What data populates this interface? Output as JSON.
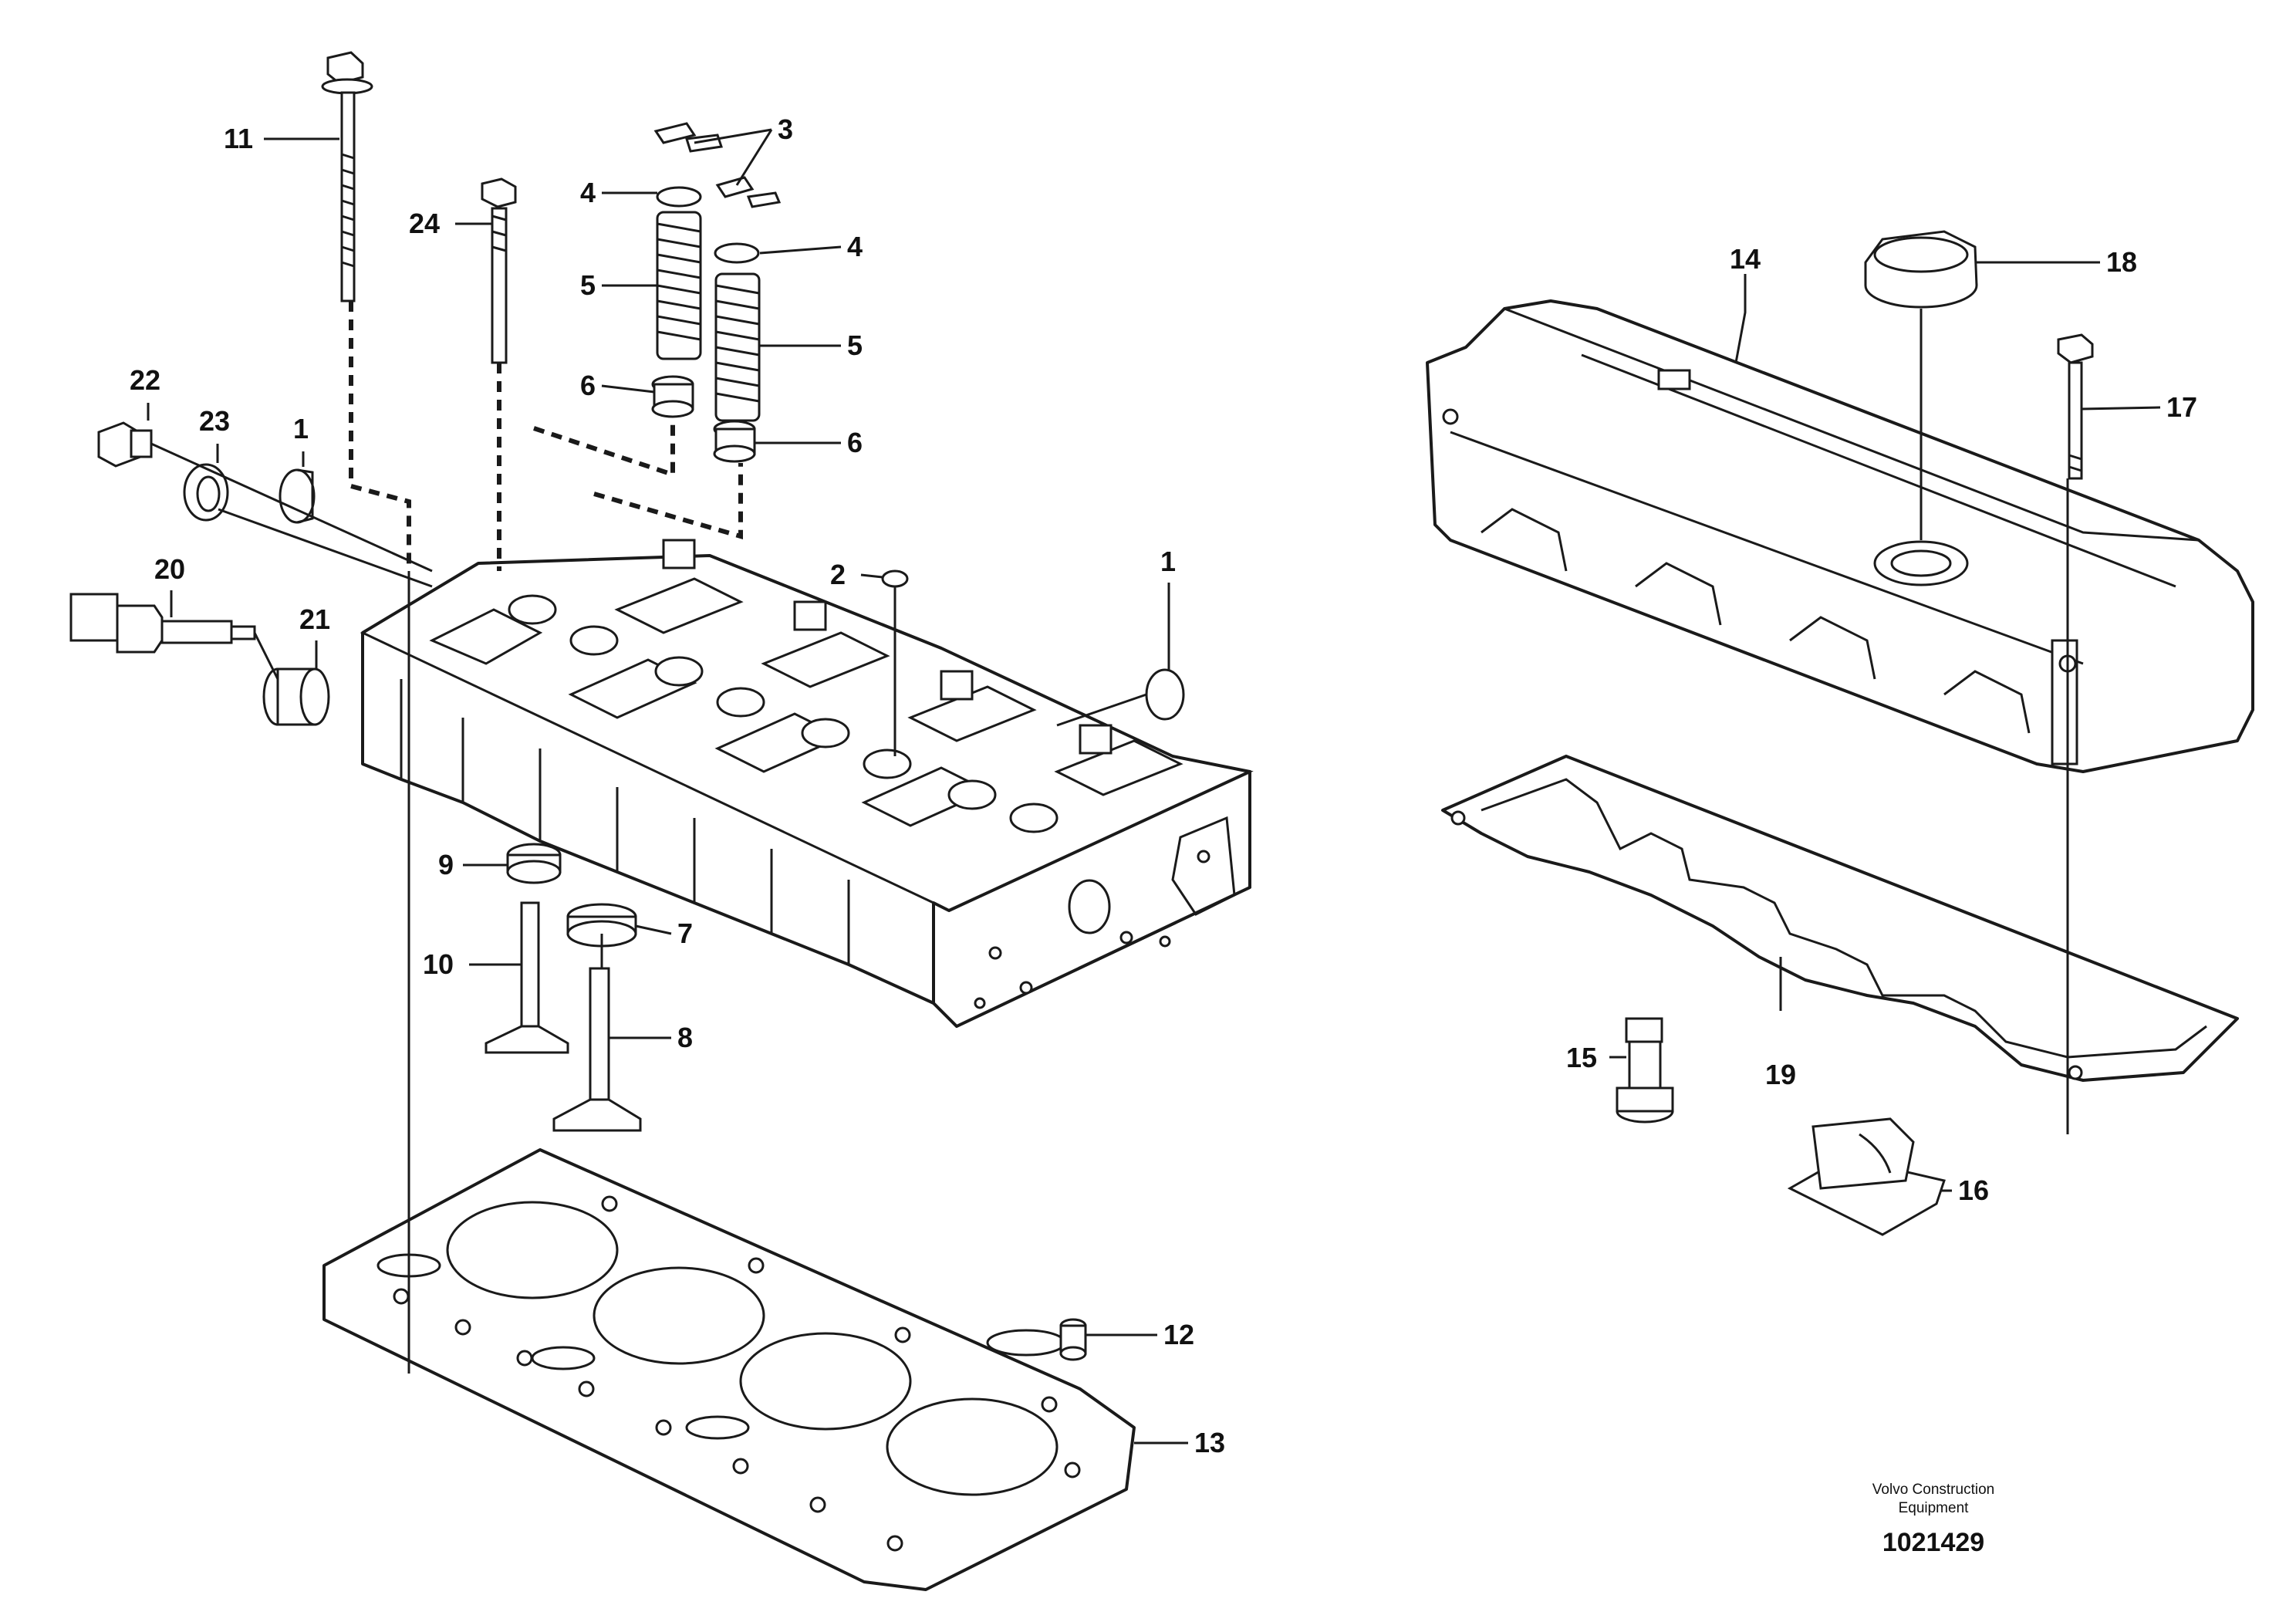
{
  "callouts": {
    "c1a": "1",
    "c1b": "1",
    "c2": "2",
    "c3": "3",
    "c4a": "4",
    "c4b": "4",
    "c5a": "5",
    "c5b": "5",
    "c6a": "6",
    "c6b": "6",
    "c7": "7",
    "c8": "8",
    "c9": "9",
    "c10": "10",
    "c11": "11",
    "c12": "12",
    "c13": "13",
    "c14": "14",
    "c15": "15",
    "c16": "16",
    "c17": "17",
    "c18": "18",
    "c19": "19",
    "c20": "20",
    "c21": "21",
    "c22": "22",
    "c23": "23",
    "c24": "24"
  },
  "credit": {
    "line1": "Volvo Construction",
    "line2": "Equipment",
    "number": "1021429"
  }
}
